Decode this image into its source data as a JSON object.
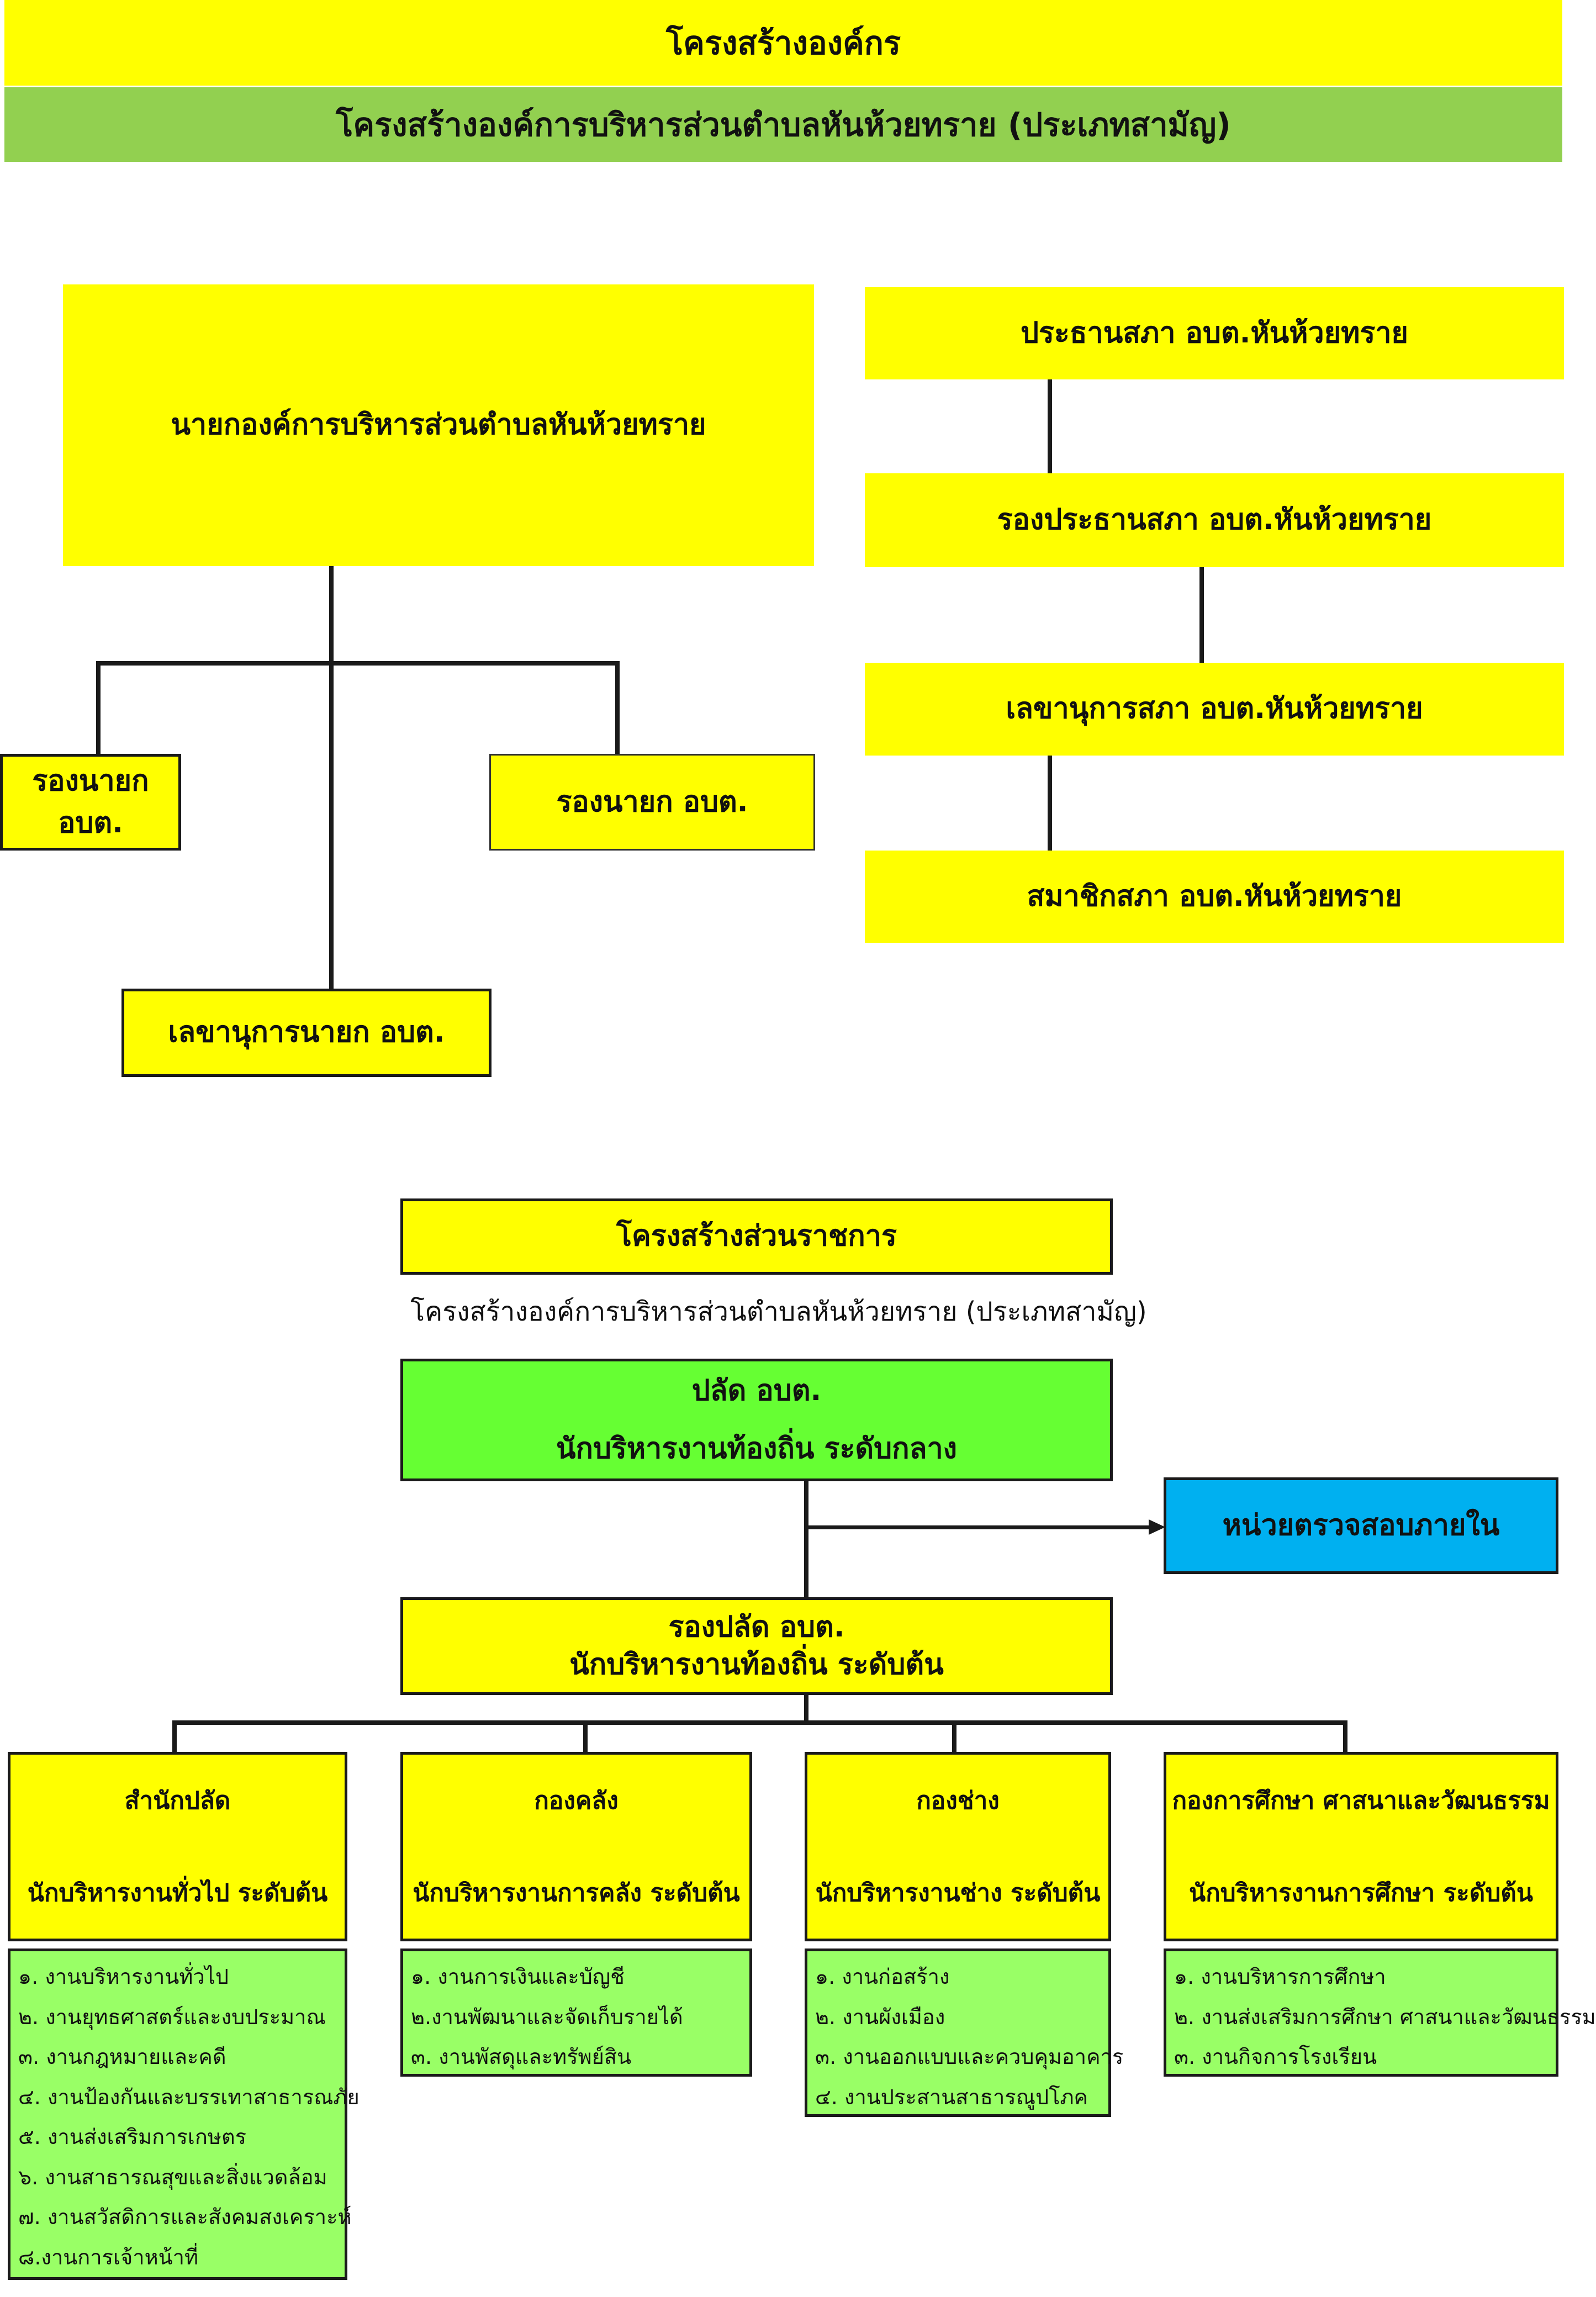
{
  "header": {
    "title": "โครงสร้างองค์กร",
    "subtitle": "โครงสร้างองค์การบริหารส่วนตำบลหันห้วยทราย (ประเภทสามัญ)"
  },
  "executive": {
    "mayor": "นายกองค์การบริหารส่วนตำบลหันห้วยทราย",
    "deputy_left": "รองนายก อบต.",
    "deputy_right": "รองนายก อบต.",
    "secretary": "เลขานุการนายก อบต."
  },
  "council": {
    "chair": "ประธานสภา อบต.หันห้วยทราย",
    "vice_chair": "รองประธานสภา อบต.หันห้วยทราย",
    "secretary": "เลขานุการสภา อบต.หันห้วยทราย",
    "members": "สมาชิกสภา อบต.หันห้วยทราย"
  },
  "government": {
    "title": "โครงสร้างส่วนราชการ",
    "subtitle": "โครงสร้างองค์การบริหารส่วนตำบลหันห้วยทราย (ประเภทสามัญ)",
    "clerk_title": "ปลัด  อบต.",
    "clerk_level": "นักบริหารงานท้องถิ่น ระดับกลาง",
    "audit": "หน่วยตรวจสอบภายใน",
    "deputy_clerk_title": "รองปลัด อบต.",
    "deputy_clerk_level": "นักบริหารงานท้องถิ่น ระดับต้น"
  },
  "departments": [
    {
      "name": "สำนักปลัด",
      "head": "นักบริหารงานทั่วไป ระดับต้น",
      "tasks": [
        "๑. งานบริหารงานทั่วไป",
        "๒. งานยุทธศาสตร์และงบประมาณ",
        "๓. งานกฎหมายและคดี",
        "๔. งานป้องกันและบรรเทาสาธารณภัย",
        "๕. งานส่งเสริมการเกษตร",
        "๖. งานสาธารณสุขและสิ่งแวดล้อม",
        "๗. งานสวัสดิการและสังคมสงเคราะห์",
        "๘.งานการเจ้าหน้าที่"
      ]
    },
    {
      "name": "กองคลัง",
      "head": "นักบริหารงานการคลัง ระดับต้น",
      "tasks": [
        "๑. งานการเงินและบัญชี",
        "๒.งานพัฒนาและจัดเก็บรายได้",
        "๓. งานพัสดุและทรัพย์สิน"
      ]
    },
    {
      "name": "กองช่าง",
      "head": "นักบริหารงานช่าง ระดับต้น",
      "tasks": [
        "๑. งานก่อสร้าง",
        "๒. งานผังเมือง",
        "๓. งานออกแบบและควบคุมอาคาร",
        "๔. งานประสานสาธารณูปโภค"
      ]
    },
    {
      "name": "กองการศึกษา  ศาสนาและวัฒนธรรม",
      "head": "นักบริหารงานการศึกษา  ระดับต้น",
      "tasks": [
        "๑. งานบริหารการศึกษา",
        "๒. งานส่งเสริมการศึกษา ศาสนาและวัฒนธรรม",
        "๓. งานกิจการโรงเรียน"
      ]
    }
  ],
  "colors": {
    "yellow": "#ffff00",
    "title_green": "#92d050",
    "clerk_green": "#66ff33",
    "list_green": "#99ff66",
    "audit_blue": "#00b0f0"
  }
}
